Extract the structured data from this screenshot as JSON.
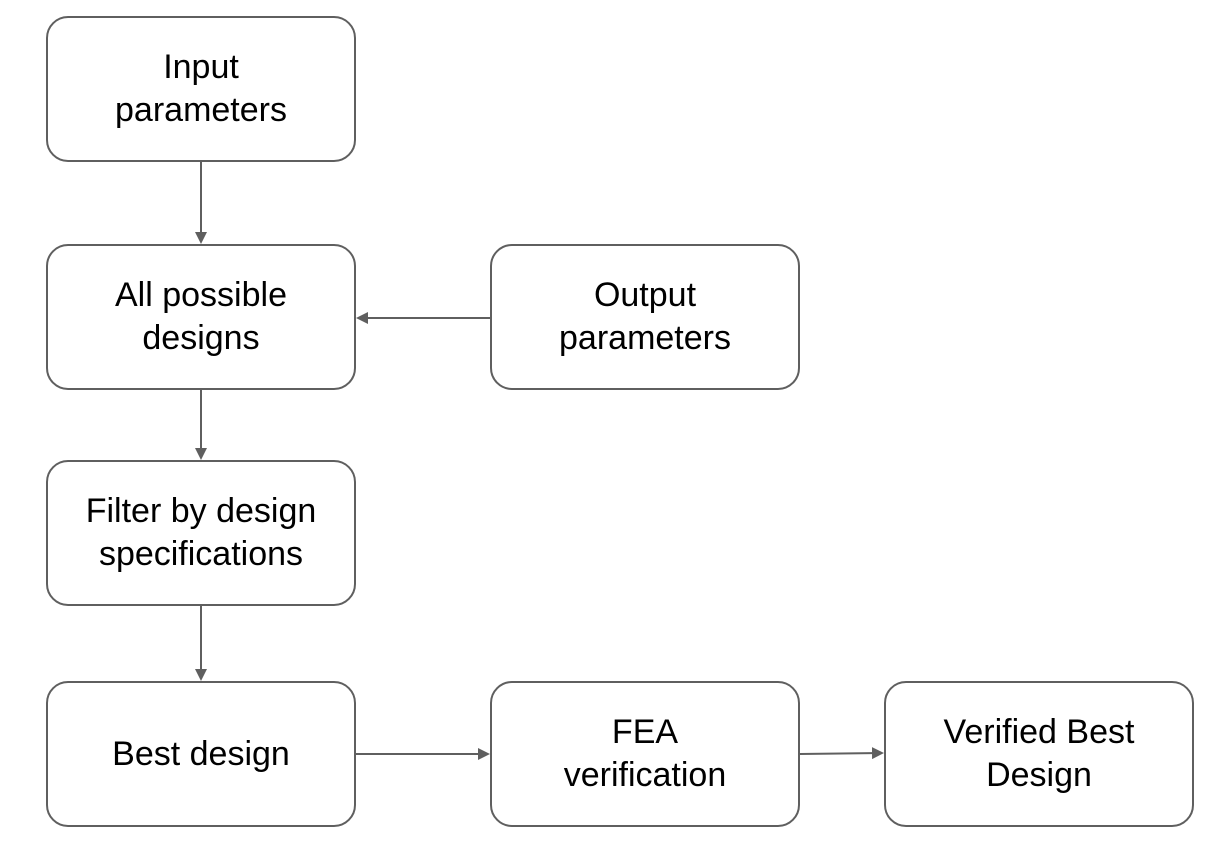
{
  "nodes": {
    "input": "Input\nparameters",
    "all_designs": "All possible\ndesigns",
    "output": "Output\nparameters",
    "filter": "Filter by design\nspecifications",
    "best": "Best design",
    "fea": "FEA\nverification",
    "verified": "Verified Best\nDesign"
  },
  "edges": [
    {
      "from": "input",
      "to": "all_designs"
    },
    {
      "from": "output",
      "to": "all_designs"
    },
    {
      "from": "all_designs",
      "to": "filter"
    },
    {
      "from": "filter",
      "to": "best"
    },
    {
      "from": "best",
      "to": "fea"
    },
    {
      "from": "fea",
      "to": "verified"
    }
  ],
  "colors": {
    "border": "#5f5f5f",
    "arrow": "#5f5f5f",
    "text": "#000000"
  }
}
